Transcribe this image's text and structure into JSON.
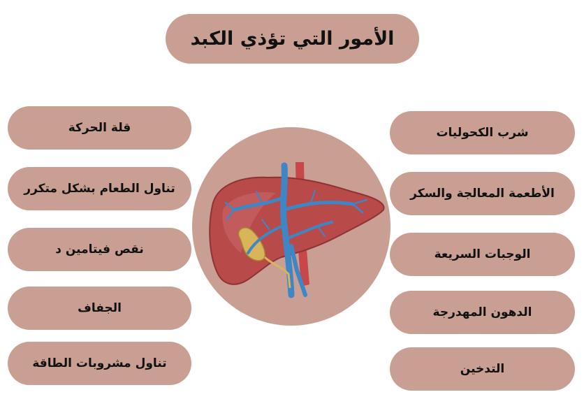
{
  "title": "الأمور التي تؤذي الكبد",
  "left_items": [
    "قلة الحركة",
    "تناول الطعام بشكل متكرر",
    "نقص فيتامين د",
    "الجفاف",
    "تناول مشروبات الطاقة"
  ],
  "right_items": [
    "شرب الكحوليات",
    "الأطعمة المعالجة والسكر",
    "الوجبات السريعة",
    "الدهون المهدرجة",
    "التدخين"
  ],
  "colors": {
    "pill": "#c99f93",
    "liver": "#b84a4a",
    "vessels": "#3f86c4",
    "gallbladder": "#d8b45a"
  },
  "center_image": "liver-illustration"
}
